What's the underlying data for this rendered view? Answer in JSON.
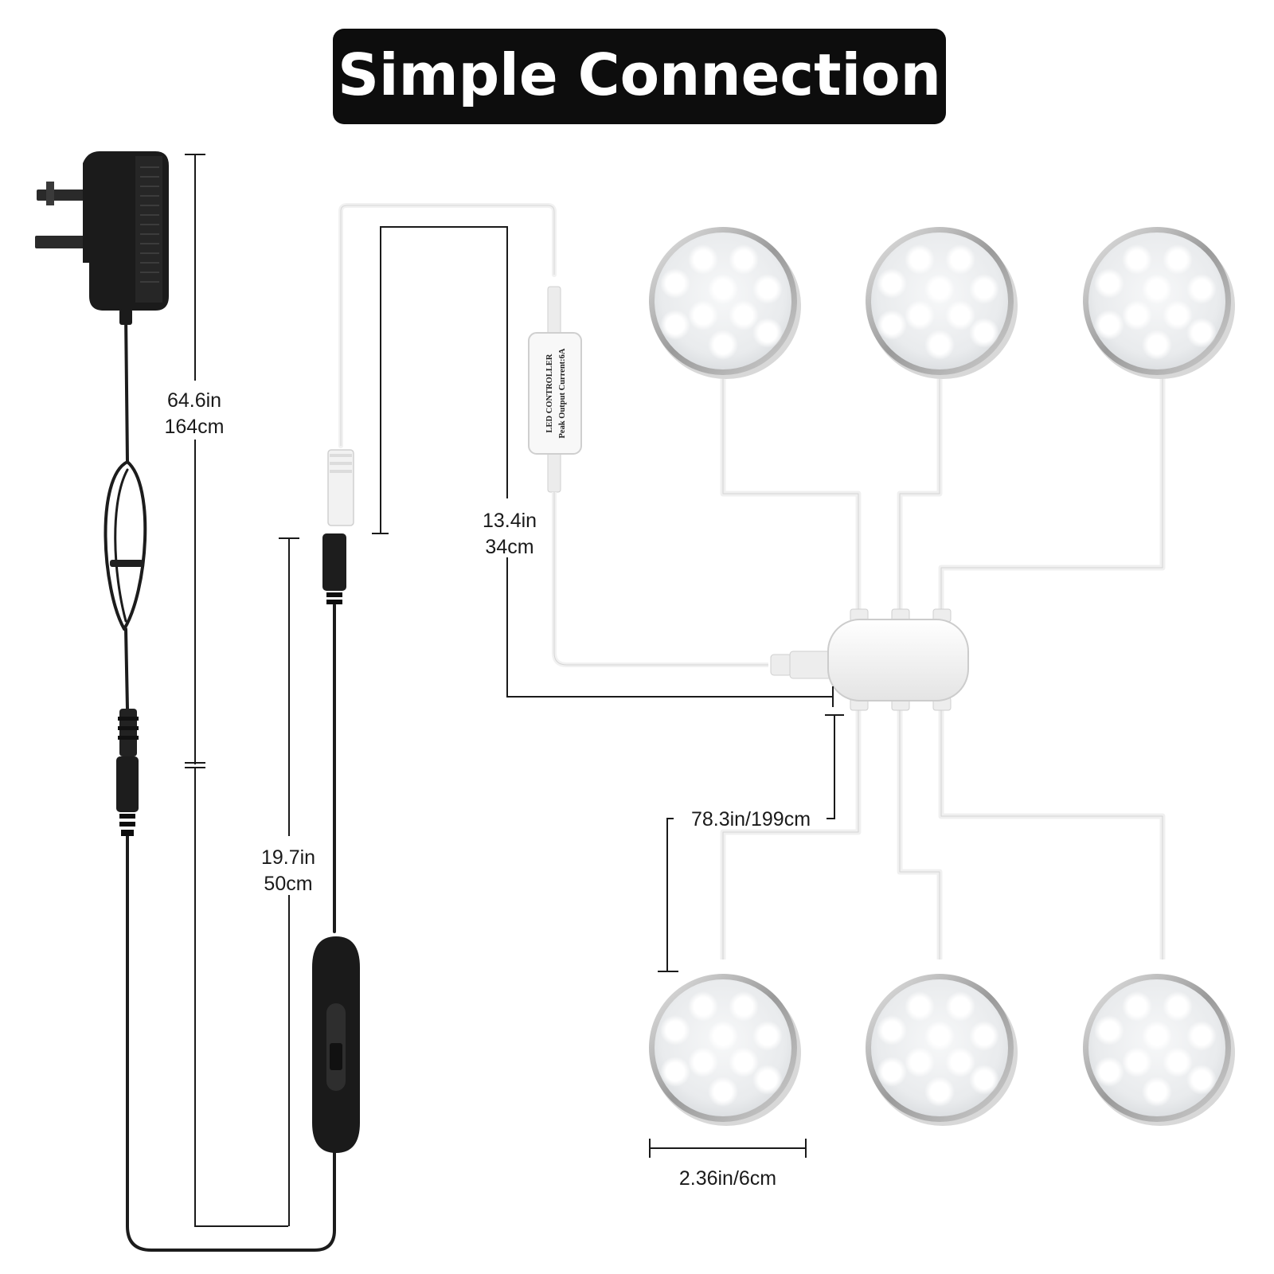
{
  "title": "Simple Connection",
  "controller": {
    "line1": "LED CONTROLLER",
    "line2": "Peak Output Current:6A"
  },
  "dimensions": {
    "adapter_cable": [
      "64.6in",
      "164cm"
    ],
    "switch_cable": [
      "19.7in",
      "50cm"
    ],
    "controller_cable": [
      "13.4in",
      "34cm"
    ],
    "light_cable": "78.3in/199cm",
    "light_diameter": "2.36in/6cm"
  },
  "lights_count": 6,
  "colors": {
    "title_bg": "#0d0d0d",
    "cable_black": "#1c1c1c",
    "cable_white": "#f4f4f4",
    "led_glow": "#ffffff"
  }
}
